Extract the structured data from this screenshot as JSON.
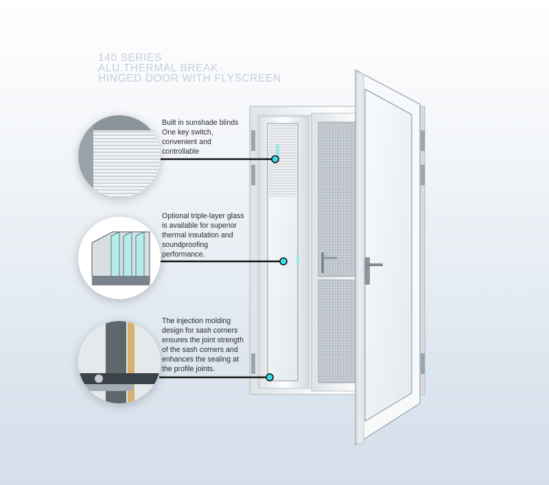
{
  "title": {
    "line1": "140 SERIES",
    "line2": "ALU.THERMAL BREAK",
    "line3": "HINGED DOOR WITH FLYSCREEN"
  },
  "callouts": [
    {
      "lines": [
        "Built in sunshade blinds",
        "One key switch,",
        "convenient and",
        "controllable"
      ]
    },
    {
      "lines": [
        "Optional triple-layer glass",
        "is available for superior",
        "thermal insulation and",
        "soundproofing",
        "performance."
      ]
    },
    {
      "lines": [
        "The injection molding",
        "design for sash corners",
        "ensures the joint strength",
        "of the sash corners and",
        "enhances the sealing at",
        "the profile joints."
      ]
    }
  ],
  "colors": {
    "title": "#c9cfd6",
    "marker": "#38e0e6",
    "frame": "#f4f6f8",
    "mesh": "#b8bfc6"
  }
}
